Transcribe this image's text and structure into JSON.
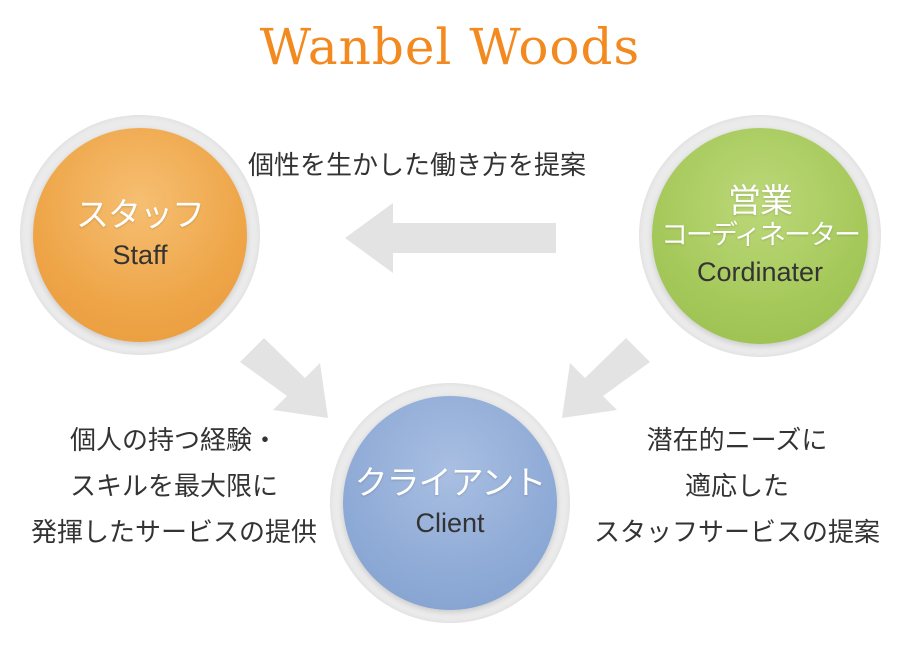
{
  "title": "Wanbel Woods",
  "nodes": {
    "staff": {
      "jp": "スタッフ",
      "en": "Staff"
    },
    "coordinator": {
      "jp_line1": "営業",
      "jp_line2": "コーディネーター",
      "en": "Cordinater"
    },
    "client": {
      "jp": "クライアント",
      "en": "Client"
    }
  },
  "captions": {
    "top": "個性を生かした働き方を提案",
    "left": [
      "個人の持つ経験・",
      "スキルを最大限に",
      "発揮したサービスの提供"
    ],
    "right": [
      "潜在的ニーズに",
      "適応した",
      "スタッフサービスの提案"
    ]
  },
  "colors": {
    "title": "#f28a1f",
    "staff": "#eea548",
    "coordinator": "#a5c85a",
    "client": "#8eaad6",
    "ring": "#ebebeb",
    "arrow": "#e3e3e3"
  }
}
